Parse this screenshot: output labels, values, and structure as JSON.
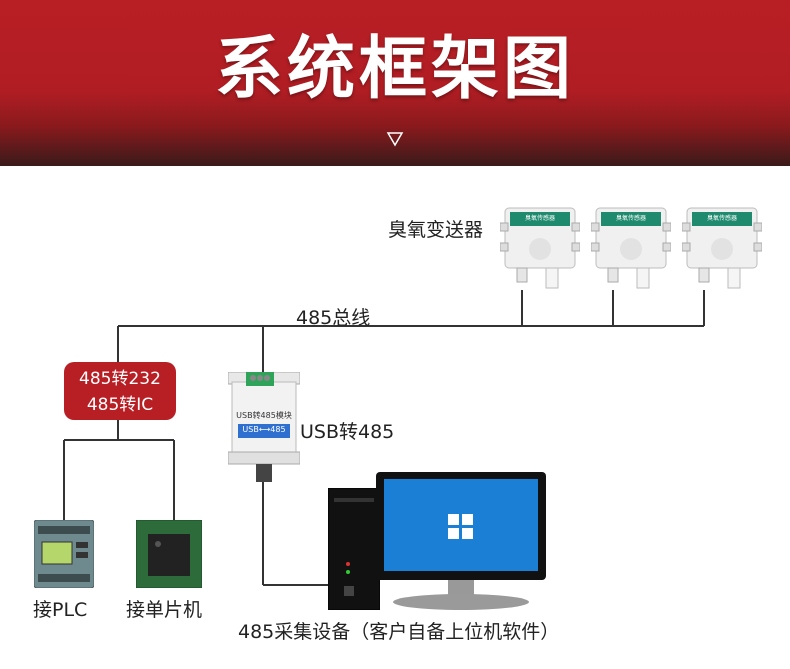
{
  "header": {
    "title": "系统框架图"
  },
  "labels": {
    "sensors": "臭氧变送器",
    "bus": "485总线",
    "usb_module": "USB转485",
    "converter_line1": "485转232",
    "converter_line2": "485转IC",
    "plc": "接PLC",
    "mcu": "接单片机",
    "pc": "485采集设备（客户自备上位机软件）"
  },
  "sensor_cards": [
    {
      "label": "臭氧传感器"
    },
    {
      "label": "臭氧传感器"
    },
    {
      "label": "臭氧传感器"
    }
  ],
  "usb_module_face": {
    "title": "USB转485模块",
    "text": "USB⟷485"
  },
  "colors": {
    "accent": "#b81f25",
    "sensor_band": "#1f8a6e",
    "wire": "#333333",
    "module_green": "#2fa35a"
  }
}
